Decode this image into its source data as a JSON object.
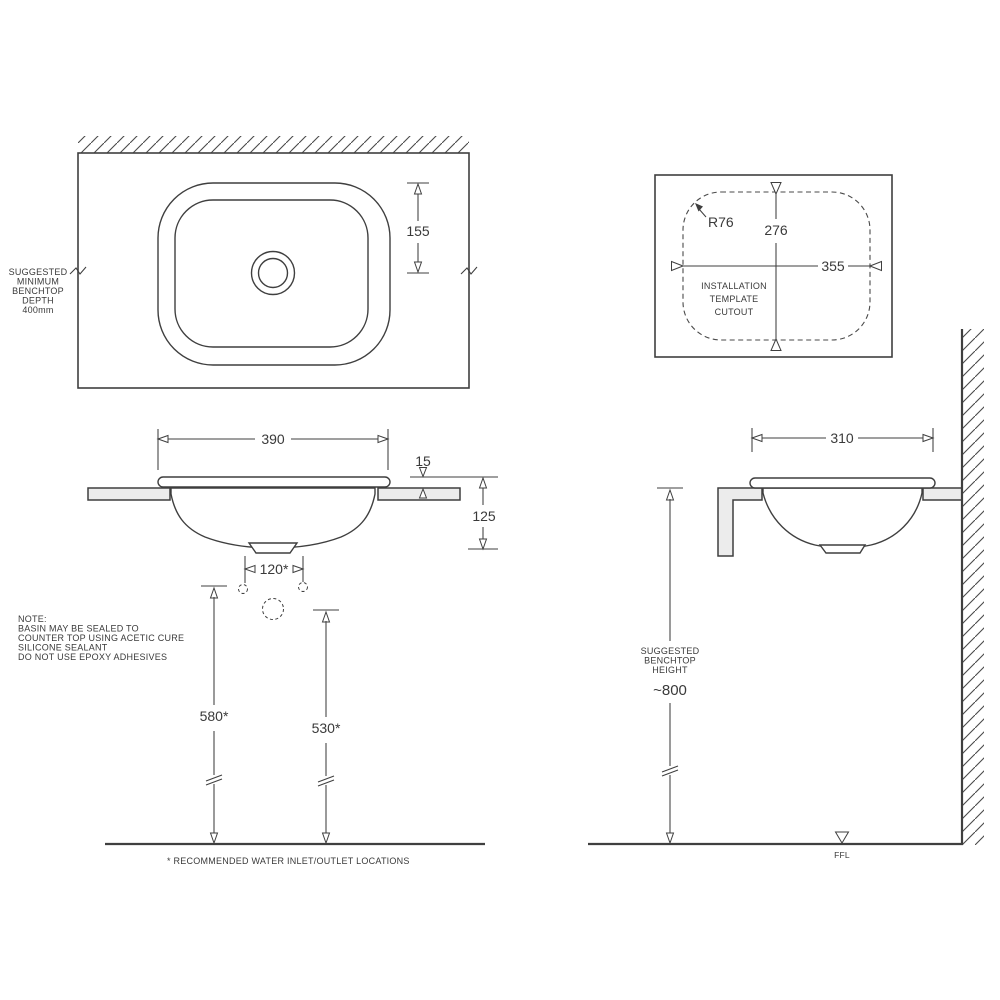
{
  "plan": {
    "benchtop_label": [
      "SUGGESTED",
      "MINIMUM",
      "BENCHTOP",
      "DEPTH",
      "400mm"
    ],
    "dim_cutout_to_centre": "155"
  },
  "template": {
    "corner_radius": "R76",
    "dim_height": "276",
    "dim_width": "355",
    "caption": [
      "INSTALLATION",
      "TEMPLATE",
      "CUTOUT"
    ]
  },
  "front": {
    "dim_width": "390",
    "dim_rim_height": "15",
    "dim_basin_depth": "125",
    "dim_inlet_spacing": "120*",
    "dim_inlet_height": "580*",
    "dim_outlet_height": "530*"
  },
  "side": {
    "dim_width": "310",
    "benchtop_height_label": [
      "SUGGESTED",
      "BENCHTOP",
      "HEIGHT"
    ],
    "dim_benchtop_height": "~800",
    "floor_label": "FFL"
  },
  "note": [
    "NOTE:",
    "BASIN MAY BE SEALED TO",
    "COUNTER TOP USING ACETIC CURE",
    "SILICONE SEALANT",
    "DO NOT USE EPOXY ADHESIVES"
  ],
  "footnote": "* RECOMMENDED WATER INLET/OUTLET LOCATIONS",
  "colors": {
    "line": "#3f3f3f",
    "surface_fill": "#ececec",
    "background": "#ffffff"
  }
}
